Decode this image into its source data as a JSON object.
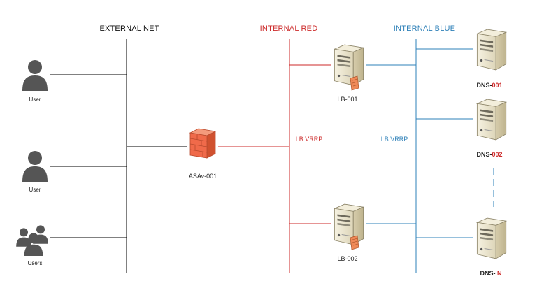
{
  "colors": {
    "external": "#000000",
    "internal_red": "#cc2a2a",
    "internal_blue": "#2e80b8",
    "firewall": "#f06a4a",
    "server_body": "#ece5cc",
    "user_icon": "#555555"
  },
  "networks": {
    "external": "EXTERNAL NET",
    "internal_red": "INTERNAL RED",
    "internal_blue": "INTERNAL BLUE"
  },
  "vrrp": {
    "red": "LB VRRP",
    "blue": "LB VRRP"
  },
  "users": [
    {
      "label": "User",
      "icon": "user-icon"
    },
    {
      "label": "User",
      "icon": "user-icon"
    },
    {
      "label": "Users",
      "icon": "user-group-icon"
    }
  ],
  "firewall": {
    "label": "ASAv-001",
    "icon": "firewall-icon"
  },
  "load_balancers": [
    {
      "label": "LB-001",
      "icon": "server-icon"
    },
    {
      "label": "LB-002",
      "icon": "server-icon"
    }
  ],
  "dns": [
    {
      "prefix": "DNS-",
      "suffix": "001",
      "icon": "server-icon"
    },
    {
      "prefix": "DNS-",
      "suffix": "002",
      "icon": "server-icon"
    },
    {
      "prefix": "DNS- ",
      "suffix": "N",
      "icon": "server-icon"
    }
  ]
}
